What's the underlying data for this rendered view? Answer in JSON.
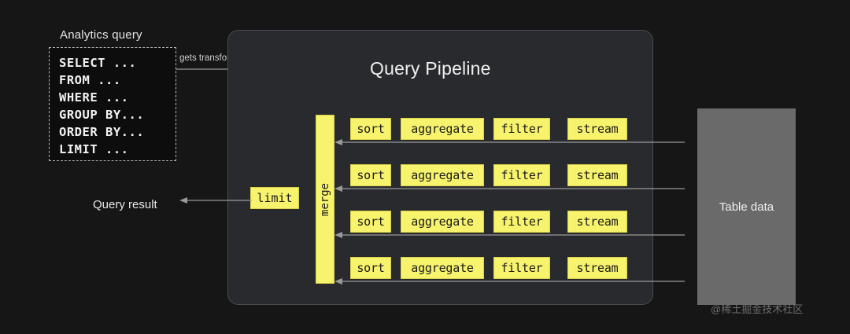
{
  "left_panel": {
    "label": "Analytics query",
    "sql_lines": [
      "SELECT ...",
      "FROM ...",
      "WHERE ...",
      "GROUP BY...",
      "ORDER BY...",
      "LIMIT ..."
    ]
  },
  "transform": {
    "label": "gets transformed into"
  },
  "pipeline": {
    "title": "Query Pipeline",
    "merge_label": "merge",
    "limit_label": "limit",
    "rows": [
      {
        "sort": "sort",
        "aggregate": "aggregate",
        "filter": "filter",
        "stream": "stream"
      },
      {
        "sort": "sort",
        "aggregate": "aggregate",
        "filter": "filter",
        "stream": "stream"
      },
      {
        "sort": "sort",
        "aggregate": "aggregate",
        "filter": "filter",
        "stream": "stream"
      },
      {
        "sort": "sort",
        "aggregate": "aggregate",
        "filter": "filter",
        "stream": "stream"
      }
    ]
  },
  "output": {
    "label": "Query result"
  },
  "source": {
    "label": "Table data"
  },
  "watermark": {
    "text": "@稀土掘金技术社区"
  },
  "colors": {
    "page_bg": "#161616",
    "pipeline_bg": "#292a2e",
    "accent_yellow": "#f7f36d",
    "source_gray": "#6a6a6a",
    "line": "#9a9a9a"
  }
}
